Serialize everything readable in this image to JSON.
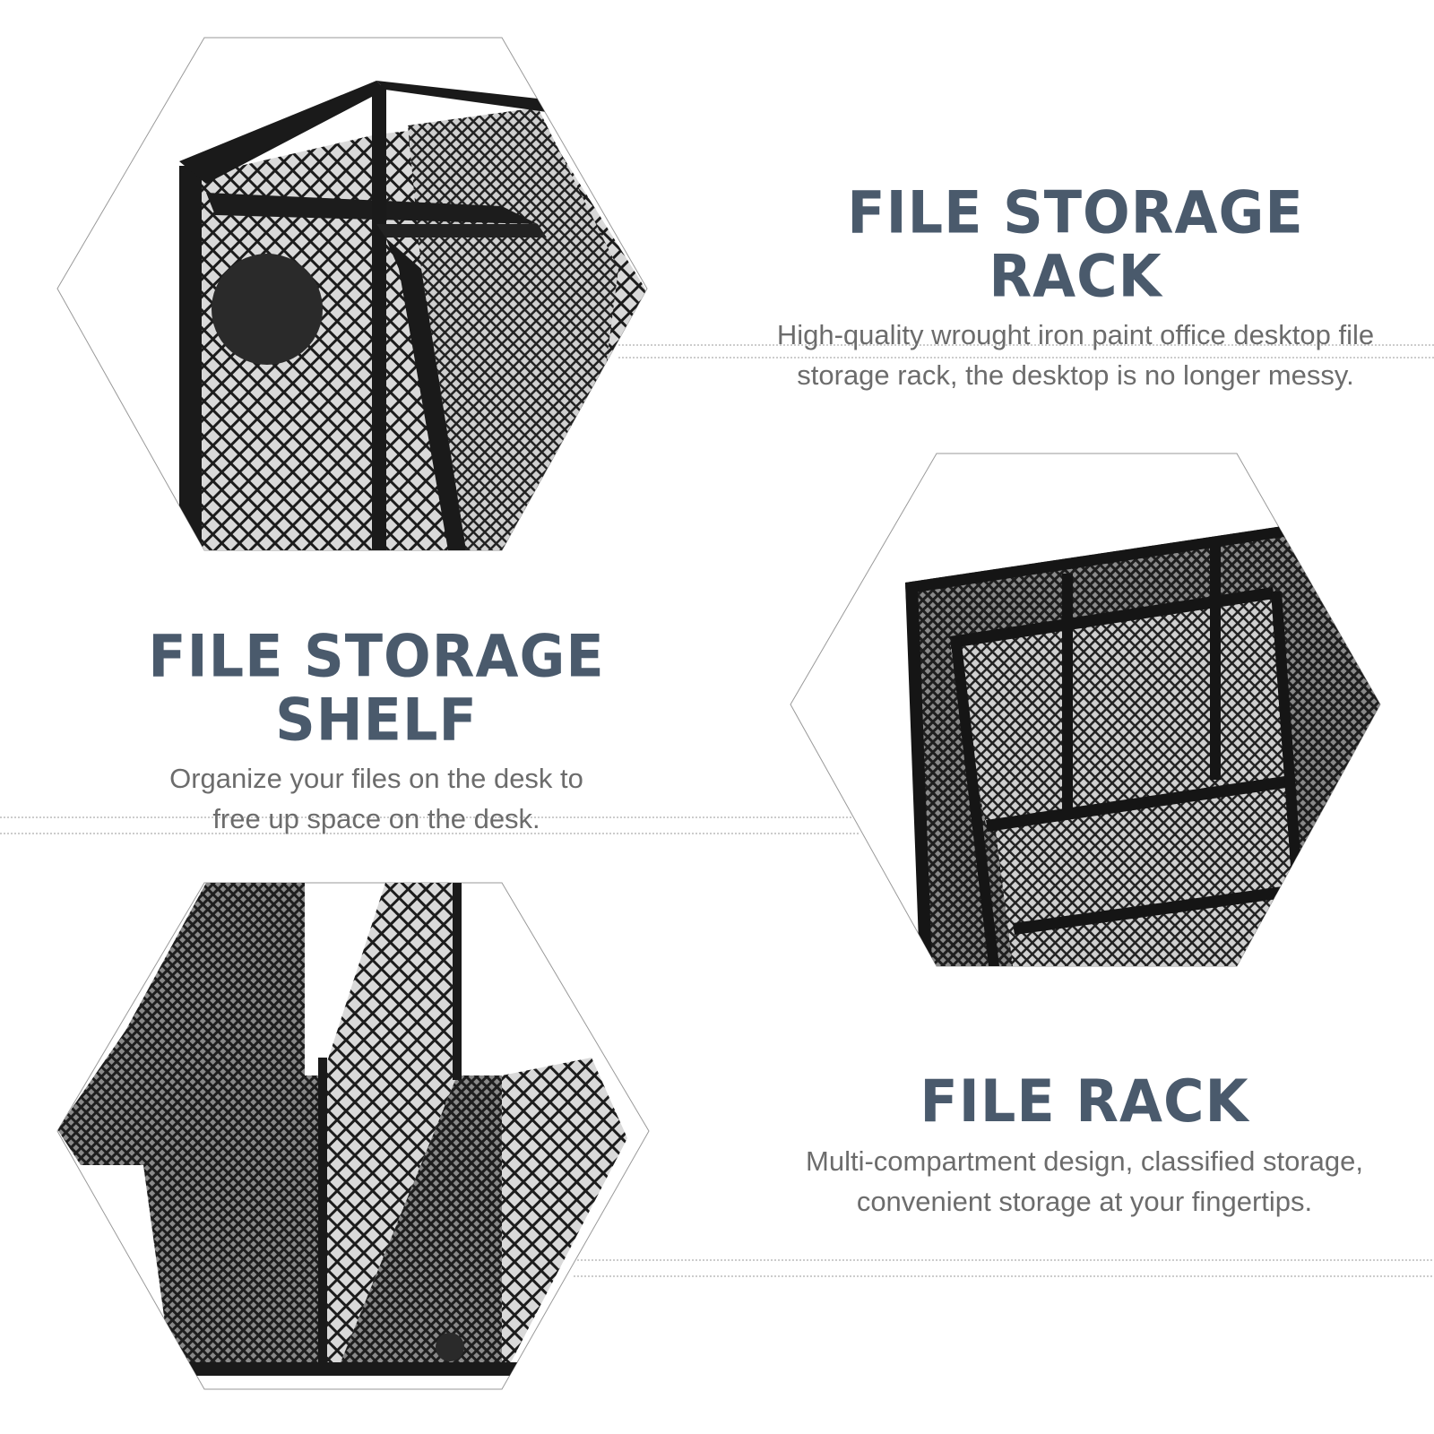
{
  "sections": [
    {
      "title": "FILE STORAGE RACK",
      "description_line1": "High-quality wrought iron paint office desktop file",
      "description_line2": "storage rack, the desktop is no longer messy."
    },
    {
      "title": "FILE STORAGE SHELF",
      "description_line1": "Organize your files on the desk to",
      "description_line2": "free up space on the desk."
    },
    {
      "title": "FILE RACK",
      "description_line1": "Multi-compartment design, classified storage,",
      "description_line2": "convenient storage at your fingertips."
    }
  ],
  "colors": {
    "title": "#4a5a6c",
    "description": "#6c6c6c",
    "rack_metal": "#1a1a1a",
    "mesh_background": "#dcdcdc",
    "hexagon_outline": "#9a9a9a",
    "divider": "#9a9a9a"
  }
}
